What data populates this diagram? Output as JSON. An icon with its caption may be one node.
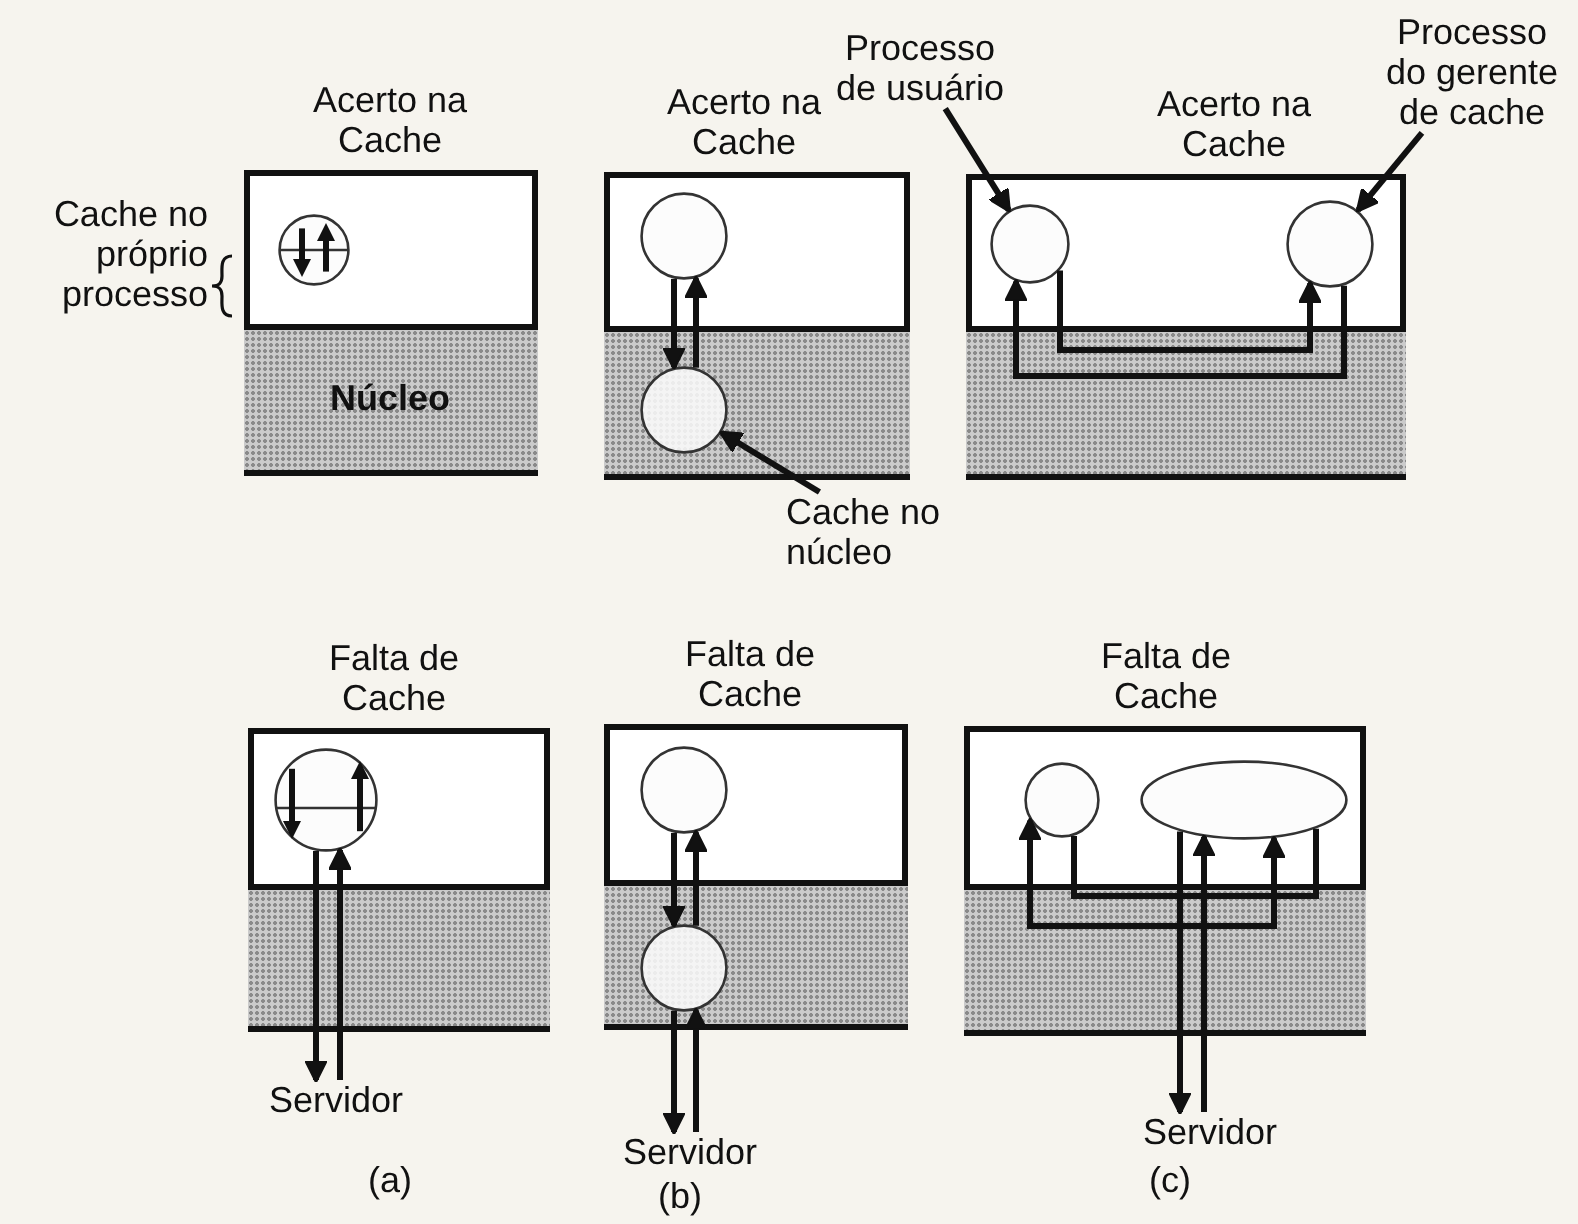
{
  "diagram": {
    "nodes": [
      {
        "text": [
          "Acerto na Cache"
        ]
      },
      {
        "text": [],
        "shape": "circle",
        "in": 0
      },
      {
        "text": [
          "Acerto na Cache"
        ]
      },
      {
        "text": [],
        "shape": "circle",
        "in": 2
      },
      {
        "text": [],
        "shape": "circle",
        "in": 2
      },
      {
        "text": [
          "Cache no núcleo"
        ]
      },
      {
        "text": [
          "Processo de usuário"
        ]
      },
      {
        "text": [
          "Acerto na Cache"
        ]
      },
      {
        "text": [],
        "shape": "circle",
        "in": 7
      },
      {
        "text": [],
        "shape": "circle",
        "in": 7
      },
      {
        "text": [
          "Processo do gerente de cache"
        ]
      },
      {
        "text": [
          "Falta de Cache"
        ]
      },
      {
        "text": [],
        "shape": "circle",
        "in": 11
      },
      {
        "text": [
          "Servidor"
        ]
      },
      {
        "text": [
          "Falta de Cache"
        ]
      },
      {
        "text": [],
        "shape": "circle",
        "in": 14
      },
      {
        "text": [],
        "shape": "circle",
        "in": 14
      },
      {
        "text": [
          "Servidor"
        ]
      },
      {
        "text": [
          "Falta de Cache"
        ]
      },
      {
        "text": [],
        "shape": "circle",
        "in": 18
      },
      {
        "text": [],
        "shape": "ellipse",
        "in": 18
      },
      {
        "text": [
          "Servidor"
        ]
      }
    ],
    "edges": [
      {
        "from": 3,
        "to": 4,
        "arrow": "to"
      },
      {
        "from": 4,
        "to": 3,
        "arrow": "to"
      },
      {
        "from": 5,
        "to": 4,
        "arrow": "to"
      },
      {
        "from": 6,
        "to": 8,
        "arrow": "to"
      },
      {
        "from": 10,
        "to": 9,
        "arrow": "to"
      },
      {
        "from": 8,
        "to": 9,
        "arrow": "to"
      },
      {
        "from": 9,
        "to": 8,
        "arrow": "to"
      },
      {
        "from": 12,
        "to": 13,
        "arrow": "to"
      },
      {
        "from": 13,
        "to": 12,
        "arrow": "to"
      },
      {
        "from": 15,
        "to": 16,
        "arrow": "to"
      },
      {
        "from": 16,
        "to": 15,
        "arrow": "to"
      },
      {
        "from": 16,
        "to": 17,
        "arrow": "to"
      },
      {
        "from": 17,
        "to": 16,
        "arrow": "to"
      },
      {
        "from": 20,
        "to": 21,
        "arrow": "to"
      },
      {
        "from": 21,
        "to": 20,
        "arrow": "to"
      },
      {
        "from": 21,
        "to": 19,
        "arrow": "to"
      },
      {
        "from": 19,
        "to": 20,
        "arrow": "none"
      },
      {
        "from": 21,
        "to": 20,
        "arrow": "to"
      }
    ],
    "labels": [
      "Cache no próprio processo",
      "Núcleo",
      "(a)",
      "(b)",
      "(c)"
    ]
  }
}
